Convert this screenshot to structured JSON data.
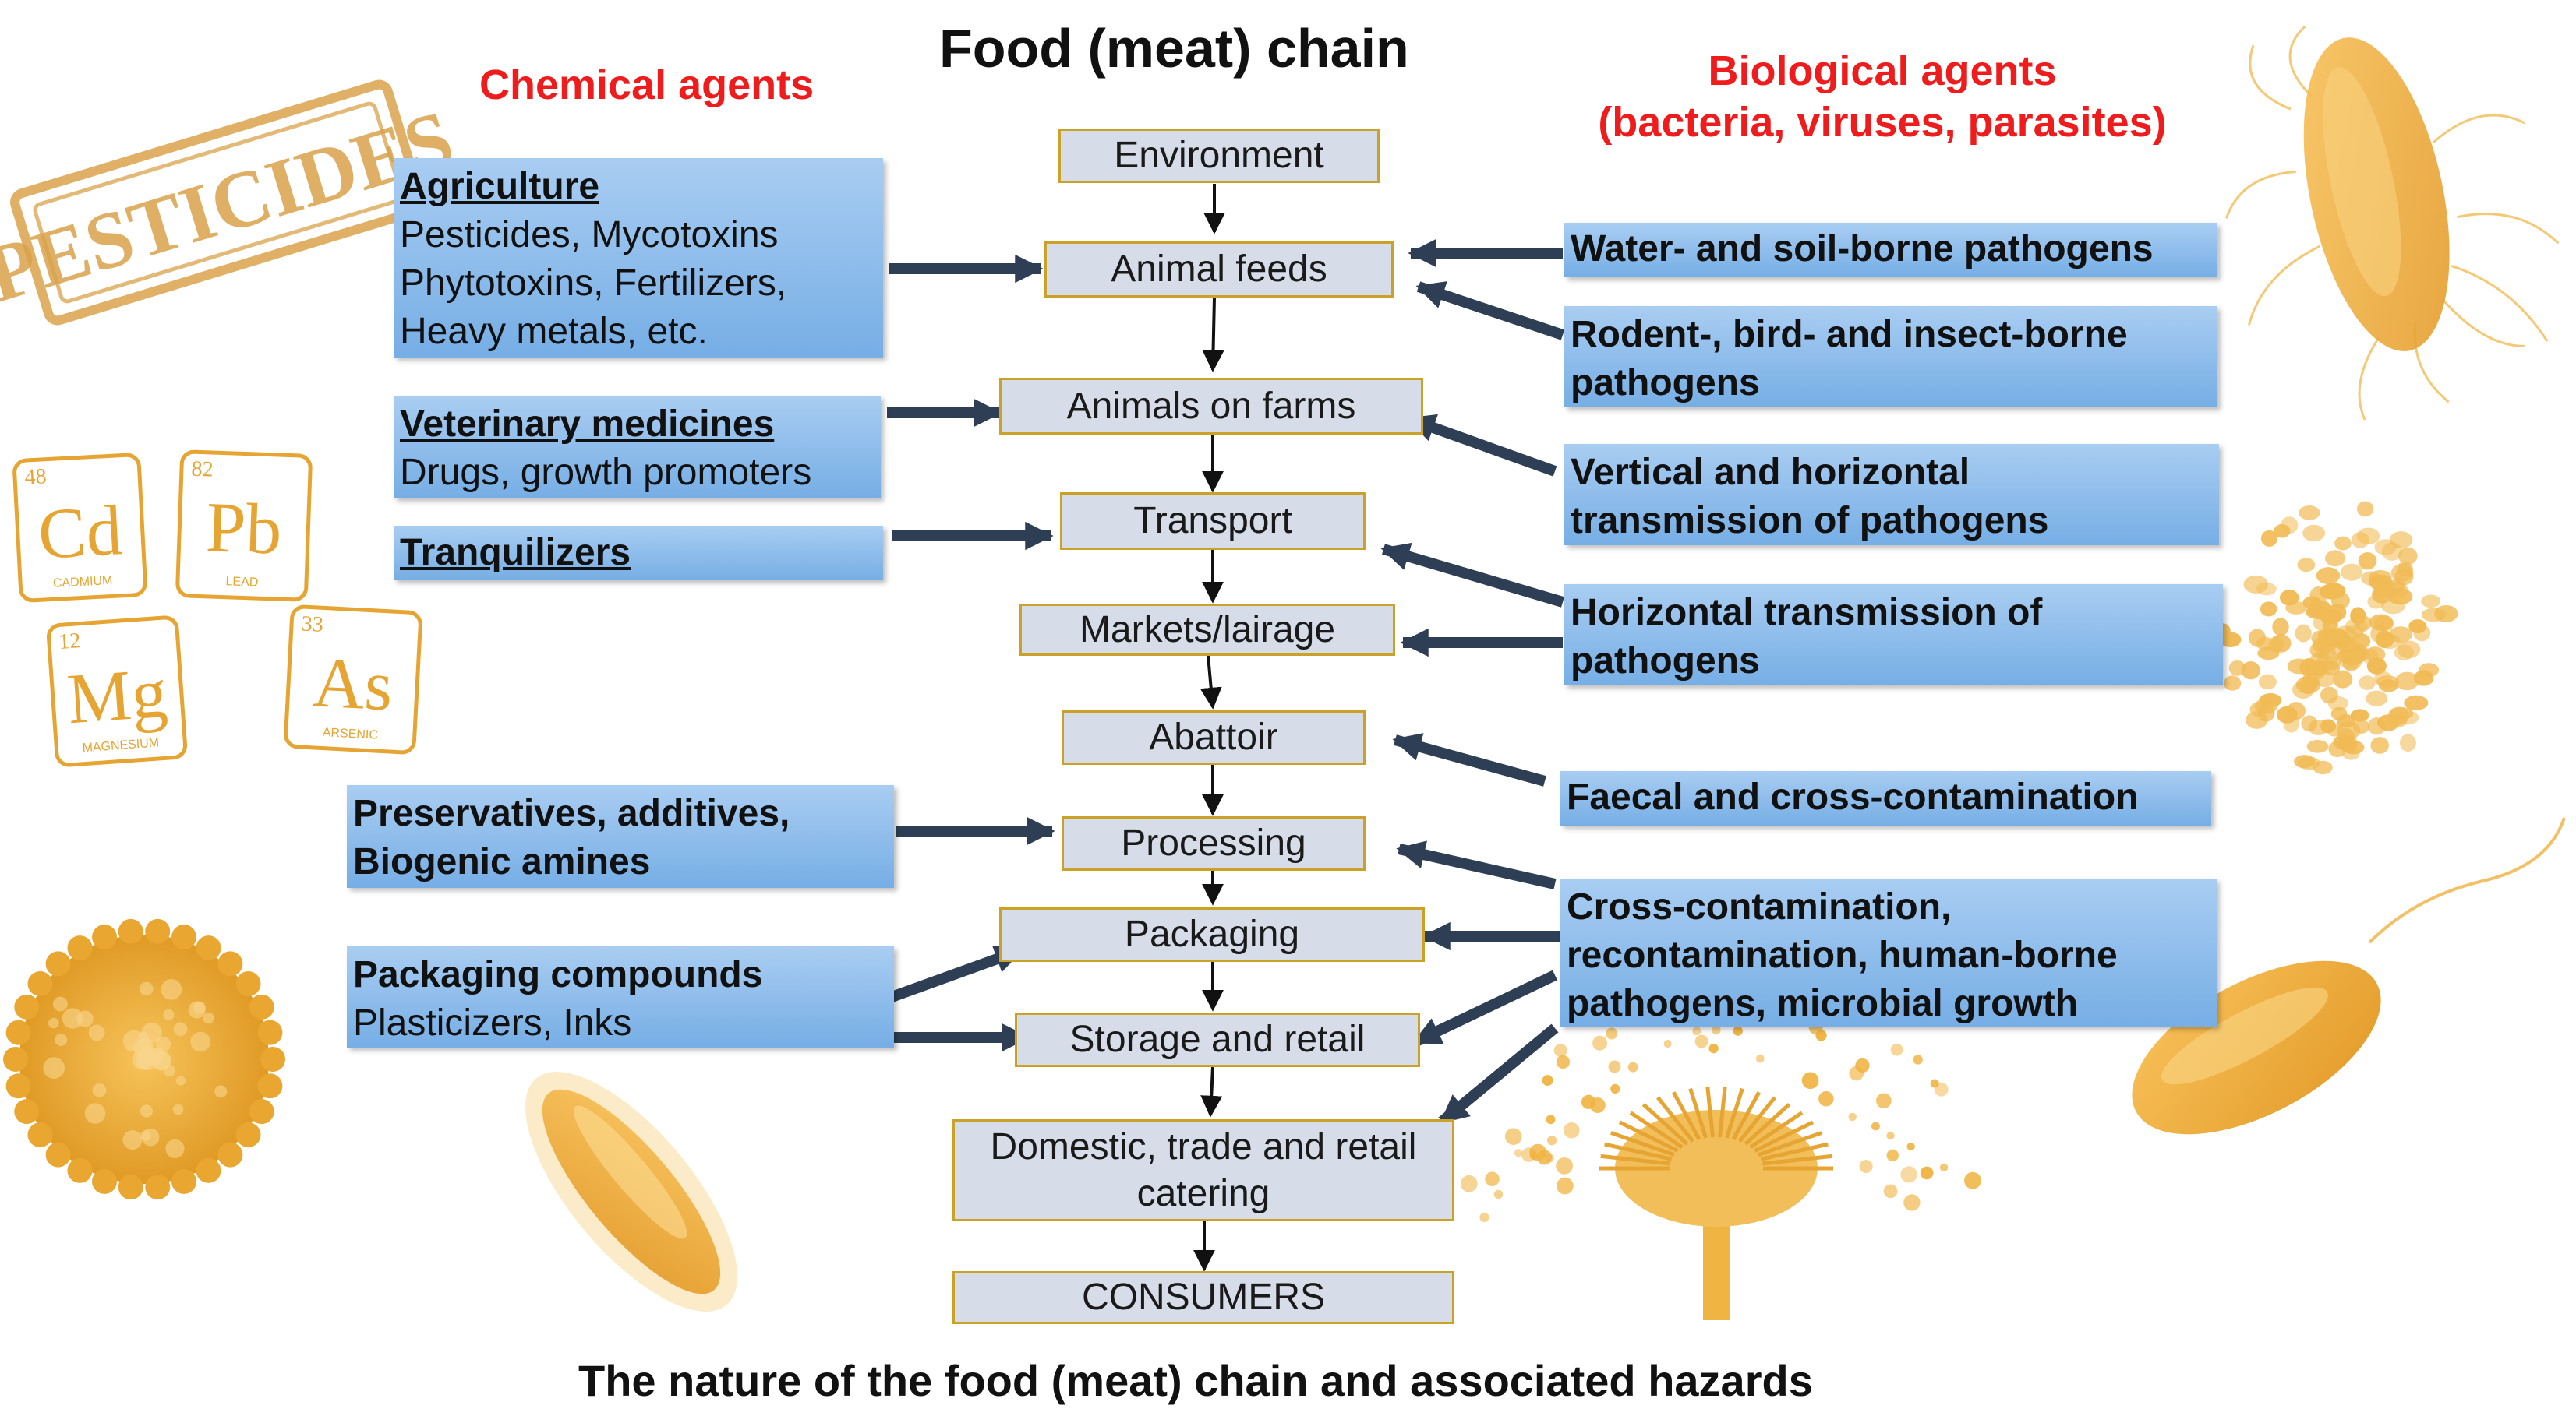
{
  "title": "Food (meat) chain",
  "caption": "The nature of the food (meat) chain and associated hazards",
  "chemical_heading": "Chemical agents",
  "biological_heading": "Biological agents\n(bacteria, viruses, parasites)",
  "chain": [
    "Environment",
    "Animal feeds",
    "Animals on farms",
    "Transport",
    "Markets/lairage",
    "Abattoir",
    "Processing",
    "Packaging",
    "Storage and retail",
    "Domestic, trade and retail catering",
    "CONSUMERS"
  ],
  "chemical": [
    {
      "heading": "Agriculture",
      "text": "Pesticides, Mycotoxins\nPhytotoxins, Fertilizers,\nHeavy metals, etc."
    },
    {
      "heading": "Veterinary medicines",
      "text": "Drugs, growth promoters"
    },
    {
      "heading": "Tranquilizers",
      "text": ""
    },
    {
      "heading": "Preservatives, additives,\nBiogenic amines",
      "text": ""
    },
    {
      "heading": "Packaging compounds",
      "text": "Plasticizers, Inks"
    }
  ],
  "biological": [
    "Water- and soil-borne pathogens",
    "Rodent-, bird- and insect-borne\npathogens",
    "Vertical and horizontal\ntransmission of pathogens",
    "Horizontal transmission of\npathogens",
    "Faecal and cross-contamination",
    "Cross-contamination,\nrecontamination, human-borne\npathogens, microbial growth"
  ],
  "stamp": "PESTICIDES",
  "elements": [
    {
      "number": "48",
      "symbol": "Cd",
      "name": "CADMIUM"
    },
    {
      "number": "82",
      "symbol": "Pb",
      "name": "LEAD"
    },
    {
      "number": "12",
      "symbol": "Mg",
      "name": "MAGNESIUM"
    },
    {
      "number": "33",
      "symbol": "As",
      "name": "ARSENIC"
    }
  ],
  "icons": [
    "pesticides-stamp",
    "bacterium-icon",
    "coccus-cluster-icon",
    "virus-icon",
    "rod-bacterium-icon",
    "mold-icon",
    "flagellated-bacterium-icon"
  ],
  "colors": {
    "heading_red": "#ee1c1c",
    "box_blue": "#8fbdeb",
    "chain_box": "#d6dde8",
    "chain_border": "#c9a227",
    "arrow": "#2e3f55",
    "illustration": "#e6a532"
  }
}
